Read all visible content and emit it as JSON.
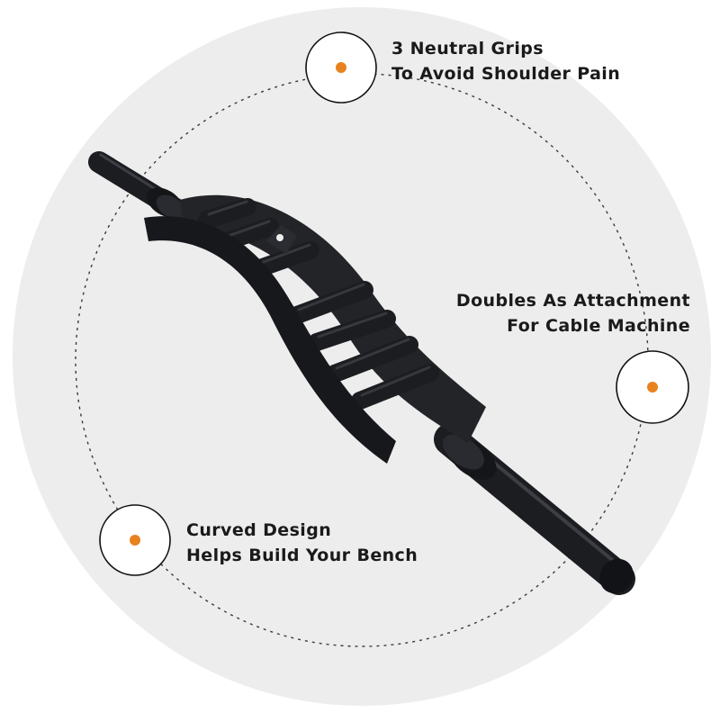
{
  "callouts": [
    {
      "line1": "3 Neutral Grips",
      "line2": "To Avoid Shoulder Pain"
    },
    {
      "line1": "Doubles As Attachment",
      "line2": "For Cable Machine"
    },
    {
      "line1": "Curved Design",
      "line2": "Helps Build Your Bench"
    }
  ],
  "colors": {
    "accent_dot": "#e8821e",
    "background_circle": "#ededed",
    "bar": "#1c1d20",
    "text": "#1a1a1a"
  },
  "icons": [
    "marker-circle-icon",
    "marker-dot-icon"
  ]
}
